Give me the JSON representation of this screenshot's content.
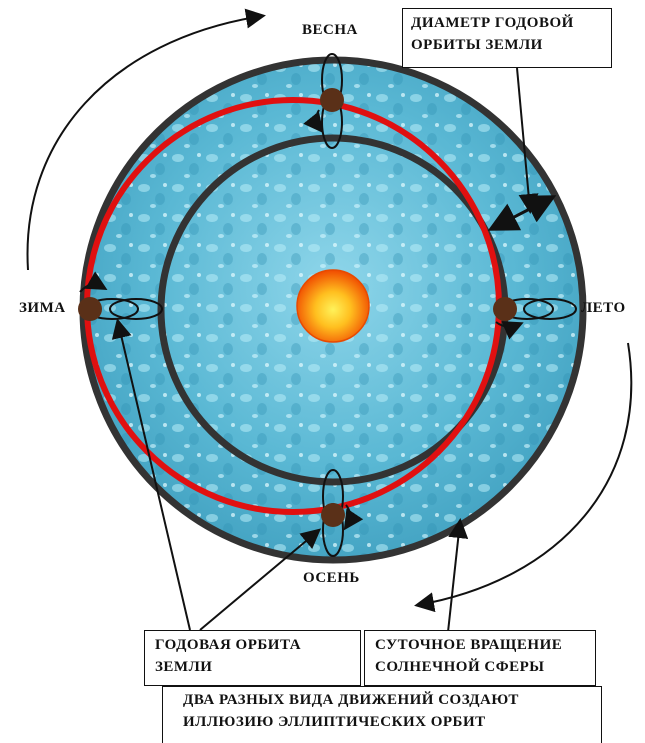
{
  "seasons": {
    "spring": "ВЕСНА",
    "summer": "ЛЕТО",
    "autumn": "ОСЕНЬ",
    "winter": "ЗИМА"
  },
  "labels": {
    "orbit_diameter": [
      "ДИАМЕТР ГОДОВОЙ",
      "ОРБИТЫ ЗЕМЛИ"
    ],
    "annual_orbit": [
      "ГОДОВАЯ ОРБИТА",
      "ЗЕМЛИ"
    ],
    "daily_rotation": [
      "СУТОЧНОЕ ВРАЩЕНИЕ",
      "СОЛНЕЧНОЙ СФЕРЫ"
    ],
    "conclusion": [
      "ДВА РАЗНЫХ ВИДА ДВИЖЕНИЙ СОЗДАЮТ",
      "ИЛЛЮЗИЮ ЭЛЛИПТИЧЕСКИХ ОРБИТ"
    ]
  },
  "colors": {
    "sphere_fill": "#5ab8d4",
    "sphere_edge": "#333333",
    "orbit": "#e01010",
    "sun_core": "#ffd21a",
    "sun_edge": "#e84a00",
    "earth": "#5a3018"
  }
}
